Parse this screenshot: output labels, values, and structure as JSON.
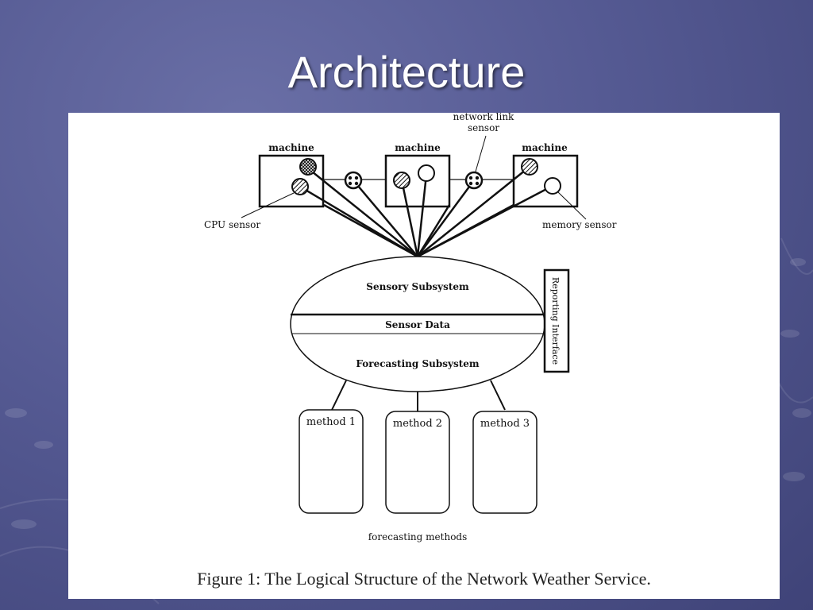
{
  "slide": {
    "title": "Architecture"
  },
  "diagram": {
    "machine_label": "machine",
    "network_link_sensor_label_line1": "network link",
    "network_link_sensor_label_line2": "sensor",
    "cpu_sensor_label": "CPU sensor",
    "memory_sensor_label": "memory sensor",
    "sensory_subsystem": "Sensory Subsystem",
    "sensor_data": "Sensor Data",
    "forecasting_subsystem": "Forecasting Subsystem",
    "reporting_interface": "Reporting Interface",
    "methods": [
      "method 1",
      "method 2",
      "method 3"
    ],
    "forecasting_methods_label": "forecasting methods",
    "caption": "Figure 1:  The Logical Structure of the Network Weather Service."
  }
}
